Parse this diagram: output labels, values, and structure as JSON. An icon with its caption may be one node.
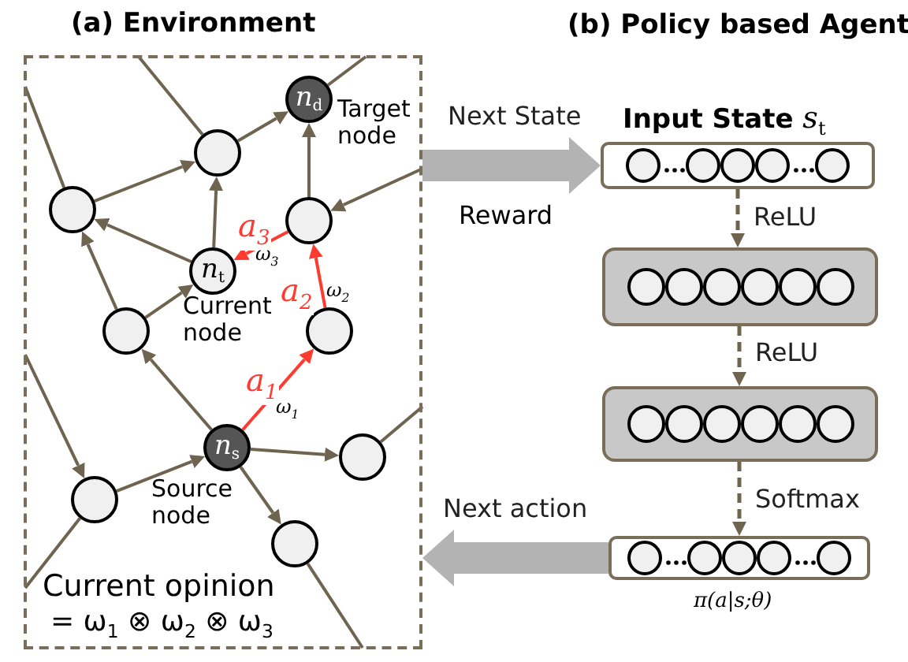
{
  "diagram": {
    "nodes": [
      {
        "text": [
          "(a) Environment"
        ]
      },
      {
        "text": [
          "*n*$_{d}$"
        ],
        "in": 0,
        "beside": [
          "Target node"
        ]
      },
      {
        "text": [],
        "shape": "circle",
        "in": 0
      },
      {
        "text": [],
        "shape": "circle",
        "in": 0
      },
      {
        "text": [],
        "shape": "circle",
        "in": 0
      },
      {
        "text": [
          "*n*$_{t}$"
        ],
        "in": 0,
        "beside": [
          "Current node"
        ]
      },
      {
        "text": [],
        "shape": "circle",
        "in": 0
      },
      {
        "text": [],
        "shape": "circle",
        "in": 0
      },
      {
        "text": [
          "*n*$_{s}$"
        ],
        "in": 0,
        "beside": [
          "Source node"
        ]
      },
      {
        "text": [],
        "shape": "circle",
        "in": 0
      },
      {
        "text": [],
        "shape": "circle",
        "in": 0
      },
      {
        "text": [],
        "shape": "circle",
        "in": 0
      },
      {
        "text": [
          "Input State *s*$_{t}$"
        ]
      },
      {
        "text": [],
        "shape": "box"
      },
      {
        "text": [],
        "shape": "box"
      },
      {
        "text": [],
        "shape": "box",
        "beside": [
          "π(a|s;θ)"
        ]
      }
    ],
    "edges": [
      {
        "from": 2,
        "to": 1,
        "arrow": "to"
      },
      {
        "from": 4,
        "to": 1,
        "arrow": "to"
      },
      {
        "from": null,
        "to": 4,
        "arrow": "to"
      },
      {
        "from": null,
        "to": 2,
        "arrow": "none"
      },
      {
        "from": 1,
        "to": null,
        "arrow": "none"
      },
      {
        "from": null,
        "to": 3,
        "arrow": "none"
      },
      {
        "from": 3,
        "to": 2,
        "arrow": "to"
      },
      {
        "from": 5,
        "to": 2,
        "arrow": "to"
      },
      {
        "from": 5,
        "to": 3,
        "arrow": "to"
      },
      {
        "from": 4,
        "to": 5,
        "arrow": "to",
        "label": "a$_{3}$",
        "color": "#ff3b30"
      },
      {
        "from": 7,
        "to": 4,
        "arrow": "to",
        "label": "a$_{2}$",
        "color": "#ff3b30"
      },
      {
        "from": 8,
        "to": 7,
        "arrow": "to",
        "label": "a$_{1}$",
        "color": "#ff3b30"
      },
      {
        "from": 6,
        "to": 5,
        "arrow": "to"
      },
      {
        "from": 6,
        "to": 3,
        "arrow": "to"
      },
      {
        "from": 8,
        "to": 6,
        "arrow": "to"
      },
      {
        "from": 10,
        "to": 8,
        "arrow": "to"
      },
      {
        "from": 8,
        "to": 9,
        "arrow": "to"
      },
      {
        "from": 8,
        "to": 11,
        "arrow": "to"
      },
      {
        "from": null,
        "to": 10,
        "arrow": "to"
      },
      {
        "from": 10,
        "to": null,
        "arrow": "none"
      },
      {
        "from": 9,
        "to": null,
        "arrow": "none"
      },
      {
        "from": 11,
        "to": null,
        "arrow": "none"
      },
      {
        "from": 0,
        "to": 12,
        "arrow": "to",
        "label": "Next State",
        "style": "thick",
        "color": "#b3b3b3"
      },
      {
        "from": 15,
        "to": 0,
        "arrow": "to",
        "label": "Next action",
        "style": "thick",
        "color": "#b3b3b3"
      },
      {
        "from": 12,
        "to": 13,
        "arrow": "to",
        "label": "ReLU",
        "style": "dashed"
      },
      {
        "from": 13,
        "to": 14,
        "arrow": "to",
        "label": "ReLU",
        "style": "dashed"
      },
      {
        "from": 14,
        "to": 15,
        "arrow": "to",
        "label": "Softmax",
        "style": "dashed"
      }
    ],
    "labels": [
      "(b) Policy based Agent",
      "ω$_{3}$",
      "ω$_{2}$",
      "ω$_{1}$",
      "Reward",
      "Current opinion",
      "= ω$_{1}$ ⊗ ω$_{2}$ ⊗ ω$_{3}$"
    ]
  }
}
